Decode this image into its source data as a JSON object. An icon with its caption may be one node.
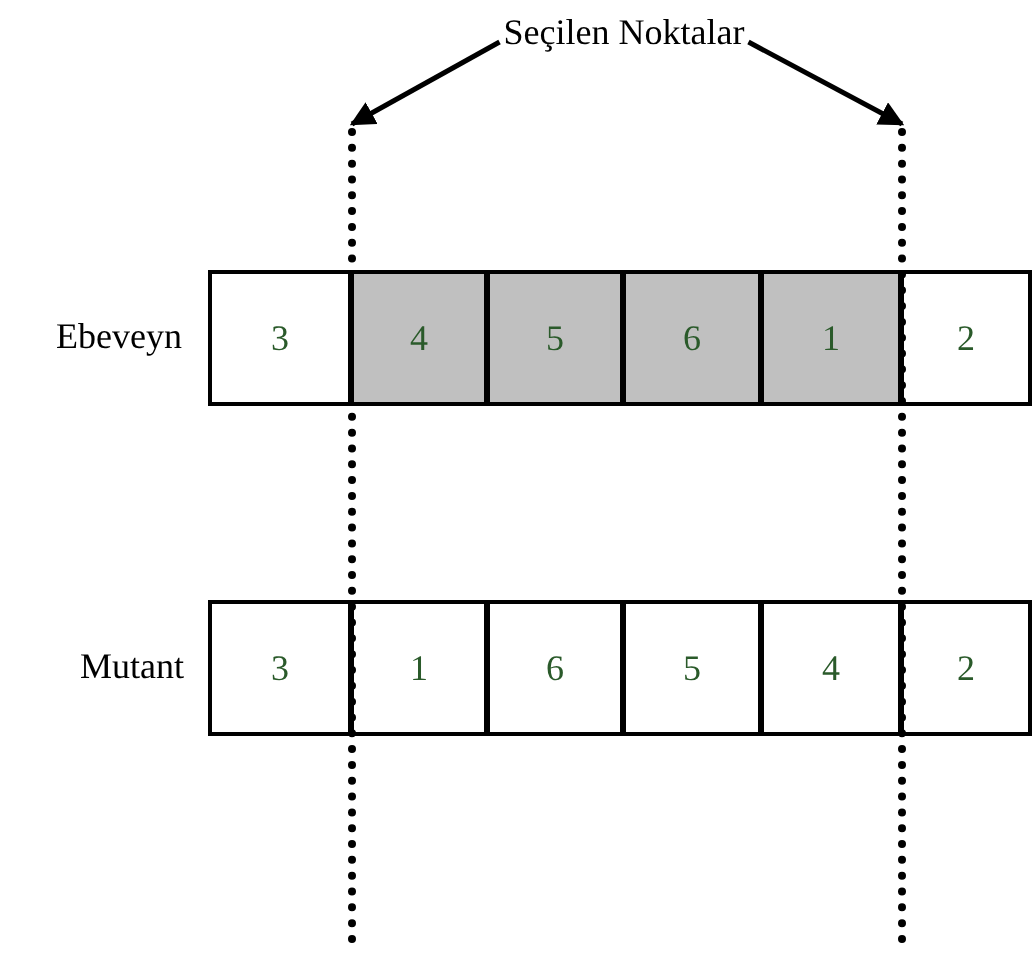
{
  "diagram": {
    "nodes": [
      {
        "text": [
          "Seçilen Noktalar"
        ]
      },
      {
        "text": [],
        "shape": "line"
      },
      {
        "text": [],
        "shape": "line"
      },
      {
        "text": [
          "3"
        ]
      },
      {
        "text": [
          "4"
        ]
      },
      {
        "text": [
          "5"
        ]
      },
      {
        "text": [
          "6"
        ]
      },
      {
        "text": [
          "1"
        ]
      },
      {
        "text": [
          "2"
        ]
      },
      {
        "text": [
          "3"
        ]
      },
      {
        "text": [
          "1"
        ]
      },
      {
        "text": [
          "6"
        ]
      },
      {
        "text": [
          "5"
        ]
      },
      {
        "text": [
          "4"
        ]
      },
      {
        "text": [
          "2"
        ]
      }
    ],
    "edges": [
      {
        "from": 0,
        "to": 1,
        "arrow": "to"
      },
      {
        "from": 0,
        "to": 2,
        "arrow": "to"
      }
    ],
    "labels": [
      "Ebeveyn",
      "Mutant"
    ]
  }
}
